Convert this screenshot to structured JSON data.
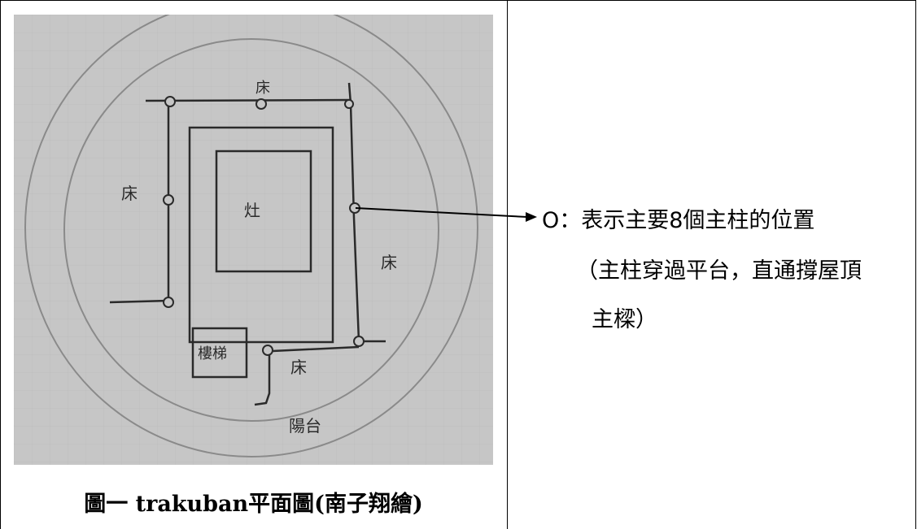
{
  "figure": {
    "caption": "圖一 trakuban平面圖(南子翔繪)",
    "sketch_labels": {
      "bed_top": "床",
      "bed_left": "床",
      "stove": "灶",
      "bed_right": "床",
      "stairs": "樓梯",
      "bed_bottom": "床",
      "balcony": "陽台"
    }
  },
  "legend": {
    "line1": "O：表示主要8個主柱的位置",
    "line2": "（主柱穿過平台，直通撐屋頂",
    "line3": "主樑）"
  }
}
